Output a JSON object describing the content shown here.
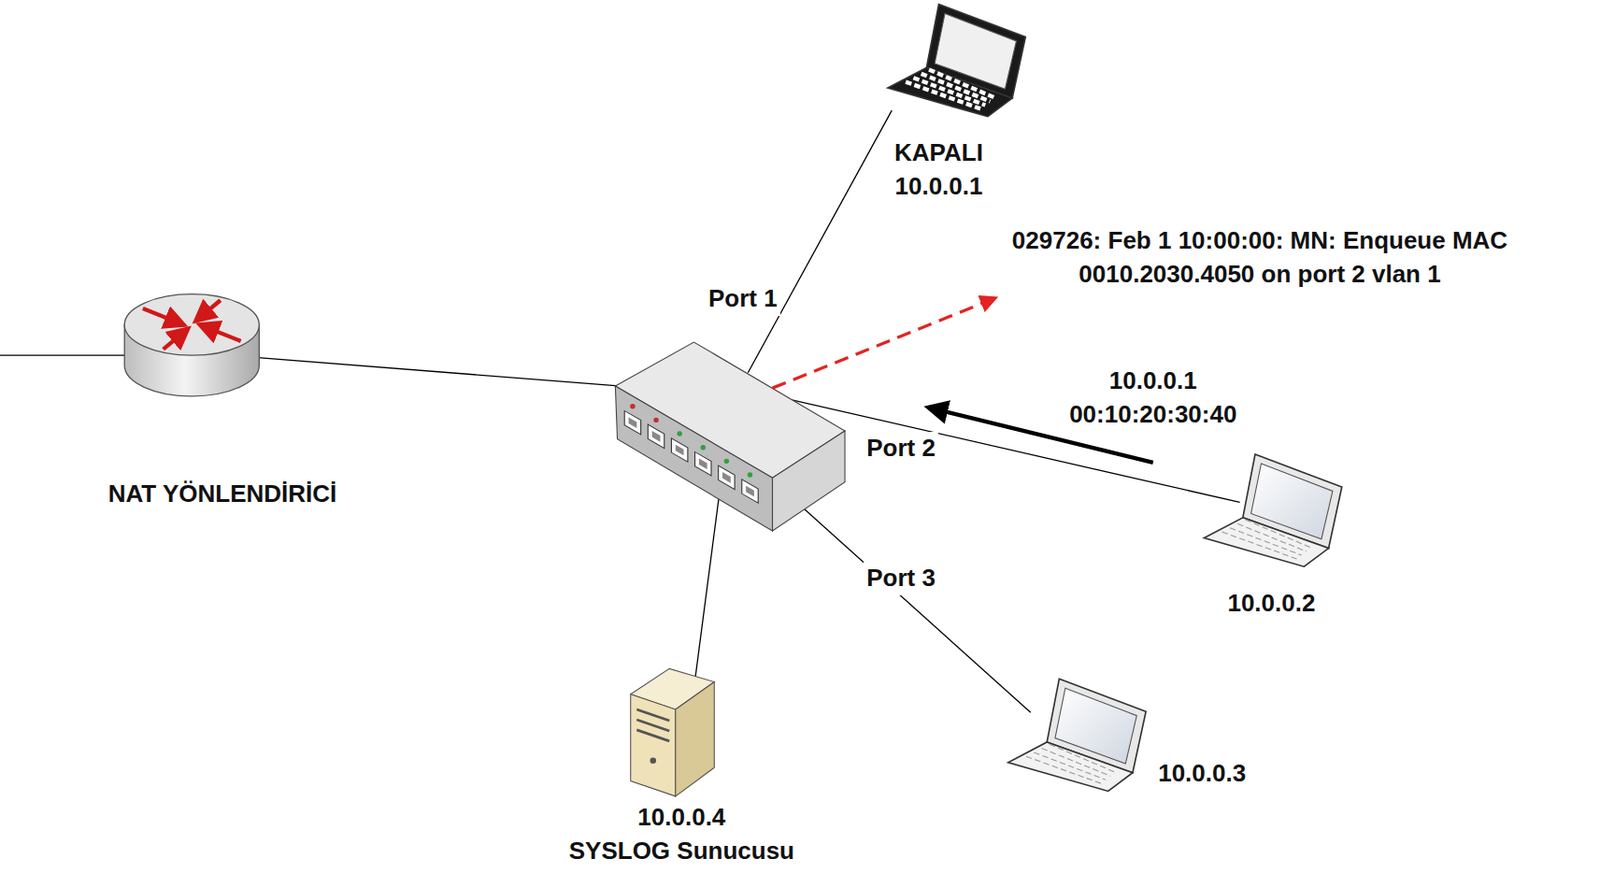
{
  "diagram": {
    "nodes": [
      {
        "text": [
          "KAPALI",
          "10.0.0.1"
        ]
      },
      {
        "text": [
          "NAT YÖNLENDİRİCİ"
        ]
      },
      {
        "text": [
          "10.0.0.2"
        ]
      },
      {
        "text": [
          "10.0.0.3"
        ]
      },
      {
        "text": [
          "10.0.0.4",
          "SYSLOG Sunucusu"
        ]
      }
    ],
    "labels": [
      "Port 1",
      "029726: Feb 1 10:00:00: MN: Enqueue MAC 0010.2030.4050 on port 2 vlan 1",
      "10.0.0.1 00:10:20:30:40",
      "Port 2",
      "Port 3"
    ]
  }
}
